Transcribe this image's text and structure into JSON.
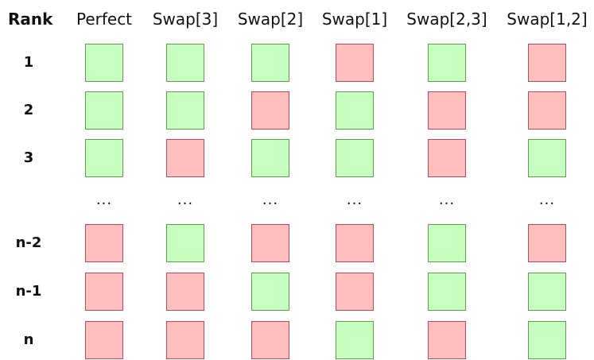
{
  "headers": [
    "Rank",
    "Perfect",
    "Swap[3]",
    "Swap[2]",
    "Swap[1]",
    "Swap[2,3]",
    "Swap[1,2]"
  ],
  "ellipsis": "...",
  "colors": {
    "correct_fill": "#c6ffbf",
    "correct_border": "#5e9d4e",
    "wrong_fill": "#ffbfbf",
    "wrong_border": "#b8485a"
  },
  "rows": [
    {
      "rank": "1",
      "cells": [
        "green",
        "green",
        "green",
        "red",
        "green",
        "red"
      ]
    },
    {
      "rank": "2",
      "cells": [
        "green",
        "green",
        "red",
        "green",
        "red",
        "red"
      ]
    },
    {
      "rank": "3",
      "cells": [
        "green",
        "red",
        "green",
        "green",
        "red",
        "green"
      ]
    },
    {
      "rank": "n-2",
      "cells": [
        "red",
        "green",
        "red",
        "red",
        "green",
        "red"
      ]
    },
    {
      "rank": "n-1",
      "cells": [
        "red",
        "red",
        "green",
        "red",
        "green",
        "green"
      ]
    },
    {
      "rank": "n",
      "cells": [
        "red",
        "red",
        "red",
        "green",
        "red",
        "green"
      ]
    }
  ]
}
